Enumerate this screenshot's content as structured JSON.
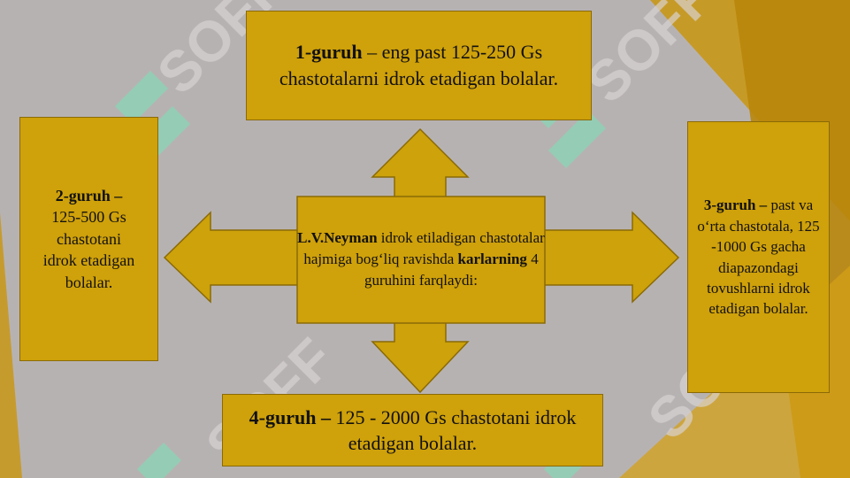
{
  "colors": {
    "box_fill": "#cfa10a",
    "arrow_fill": "#cda20a",
    "background": "#b7b2b2",
    "watermark": "#8fd0b5"
  },
  "watermark": {
    "text": "SOFF",
    "icon": "leaf-logo"
  },
  "boxes": {
    "group1": {
      "title": "1-guruh",
      "text": " – eng past 125-250 Gs chastotalarni idrok etadigan bolalar."
    },
    "group2": {
      "title": "2-guruh –",
      "line1": "125-500 Gs",
      "line2": "chastotani",
      "line3": "idrok etadigan",
      "line4": "bolalar."
    },
    "group3": {
      "title": "3-guruh –",
      "text1": " past va",
      "text2": "o‘rta chastotala, 125 -1000 Gs gacha diapazondagi tovushlarni idrok etadigan bolalar."
    },
    "group4": {
      "title": "4-guruh –",
      "text": " 125 - 2000 Gs chastotani idrok etadigan bolalar."
    }
  },
  "center": {
    "author": "L.V.Neyman",
    "text1": " idrok etiladigan chastotalar hajmiga bog‘liq ravishda ",
    "bold2": "karlarning",
    "text2": " 4 guruhini farqlaydi:"
  }
}
